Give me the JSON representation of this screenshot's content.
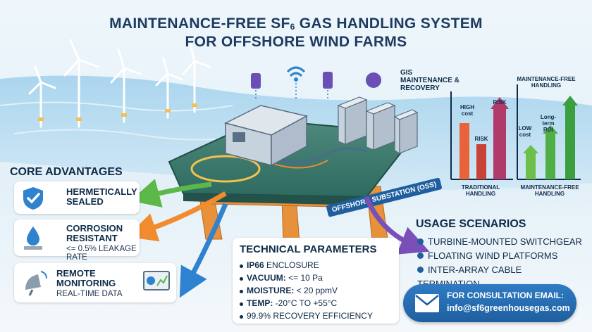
{
  "title": {
    "line1_prefix": "MAINTENANCE-FREE SF",
    "line1_sub": "6",
    "line1_suffix": " GAS HANDLING SYSTEM",
    "line2": "FOR OFFSHORE WIND FARMS"
  },
  "core_advantages": {
    "heading": "CORE ADVANTAGES",
    "items": [
      {
        "title": "HERMETICALLY SEALED",
        "subtitle": ""
      },
      {
        "title": "CORROSION RESISTANT",
        "subtitle": "<= 0.5% LEAKAGE RATE"
      },
      {
        "title": "REMOTE MONITORING",
        "subtitle": "REAL-TIME DATA"
      }
    ]
  },
  "substation_label": "OFFSHORE SUBSTATION (OSS)",
  "gis_label": "GIS MAINTENANCE & RECOVERY",
  "technical_parameters": {
    "heading": "TECHNICAL PARAMETERS",
    "items": [
      {
        "key": "IP66",
        "value": " ENCLOSURE"
      },
      {
        "key": "VACUUM:",
        "value": " <= 10 Pa"
      },
      {
        "key": "MOISTURE:",
        "value": " < 20 ppmV"
      },
      {
        "key": "TEMP:",
        "value": " -20°C TO +55°C"
      },
      {
        "key": "",
        "value": "99.9% RECOVERY EFFICIENCY"
      }
    ]
  },
  "usage_scenarios": {
    "heading": "USAGE SCENARIOS",
    "items": [
      "TURBINE-MOUNTED SWITCHGEAR",
      "FLOATING WIND PLATFORMS",
      "INTER-ARRAY CABLE TERMINATION"
    ]
  },
  "comparison": {
    "traditional": {
      "label": "TRADITIONAL HANDLING",
      "bar_labels": [
        "HIGH cost",
        "RISK",
        "RISK"
      ]
    },
    "maintenance_free": {
      "title": "MAINTENANCE-FREE HANDLING",
      "label": "MAINTENANCE-FREE HANDLING",
      "bar_labels": [
        "LOW cost",
        "Long-term ROI"
      ]
    }
  },
  "contact": {
    "line1": "FOR CONSULTATION EMAIL:",
    "line2": "info@sf6greenhousegas.com"
  },
  "colors": {
    "navy": "#0f2c4a",
    "accent_blue": "#1f5f9f",
    "sea": "#8cc4e6",
    "arrow_green": "#5cb848",
    "arrow_orange": "#f28a2e",
    "arrow_blue": "#2f82cf",
    "arrow_purple": "#7a4fb8"
  }
}
